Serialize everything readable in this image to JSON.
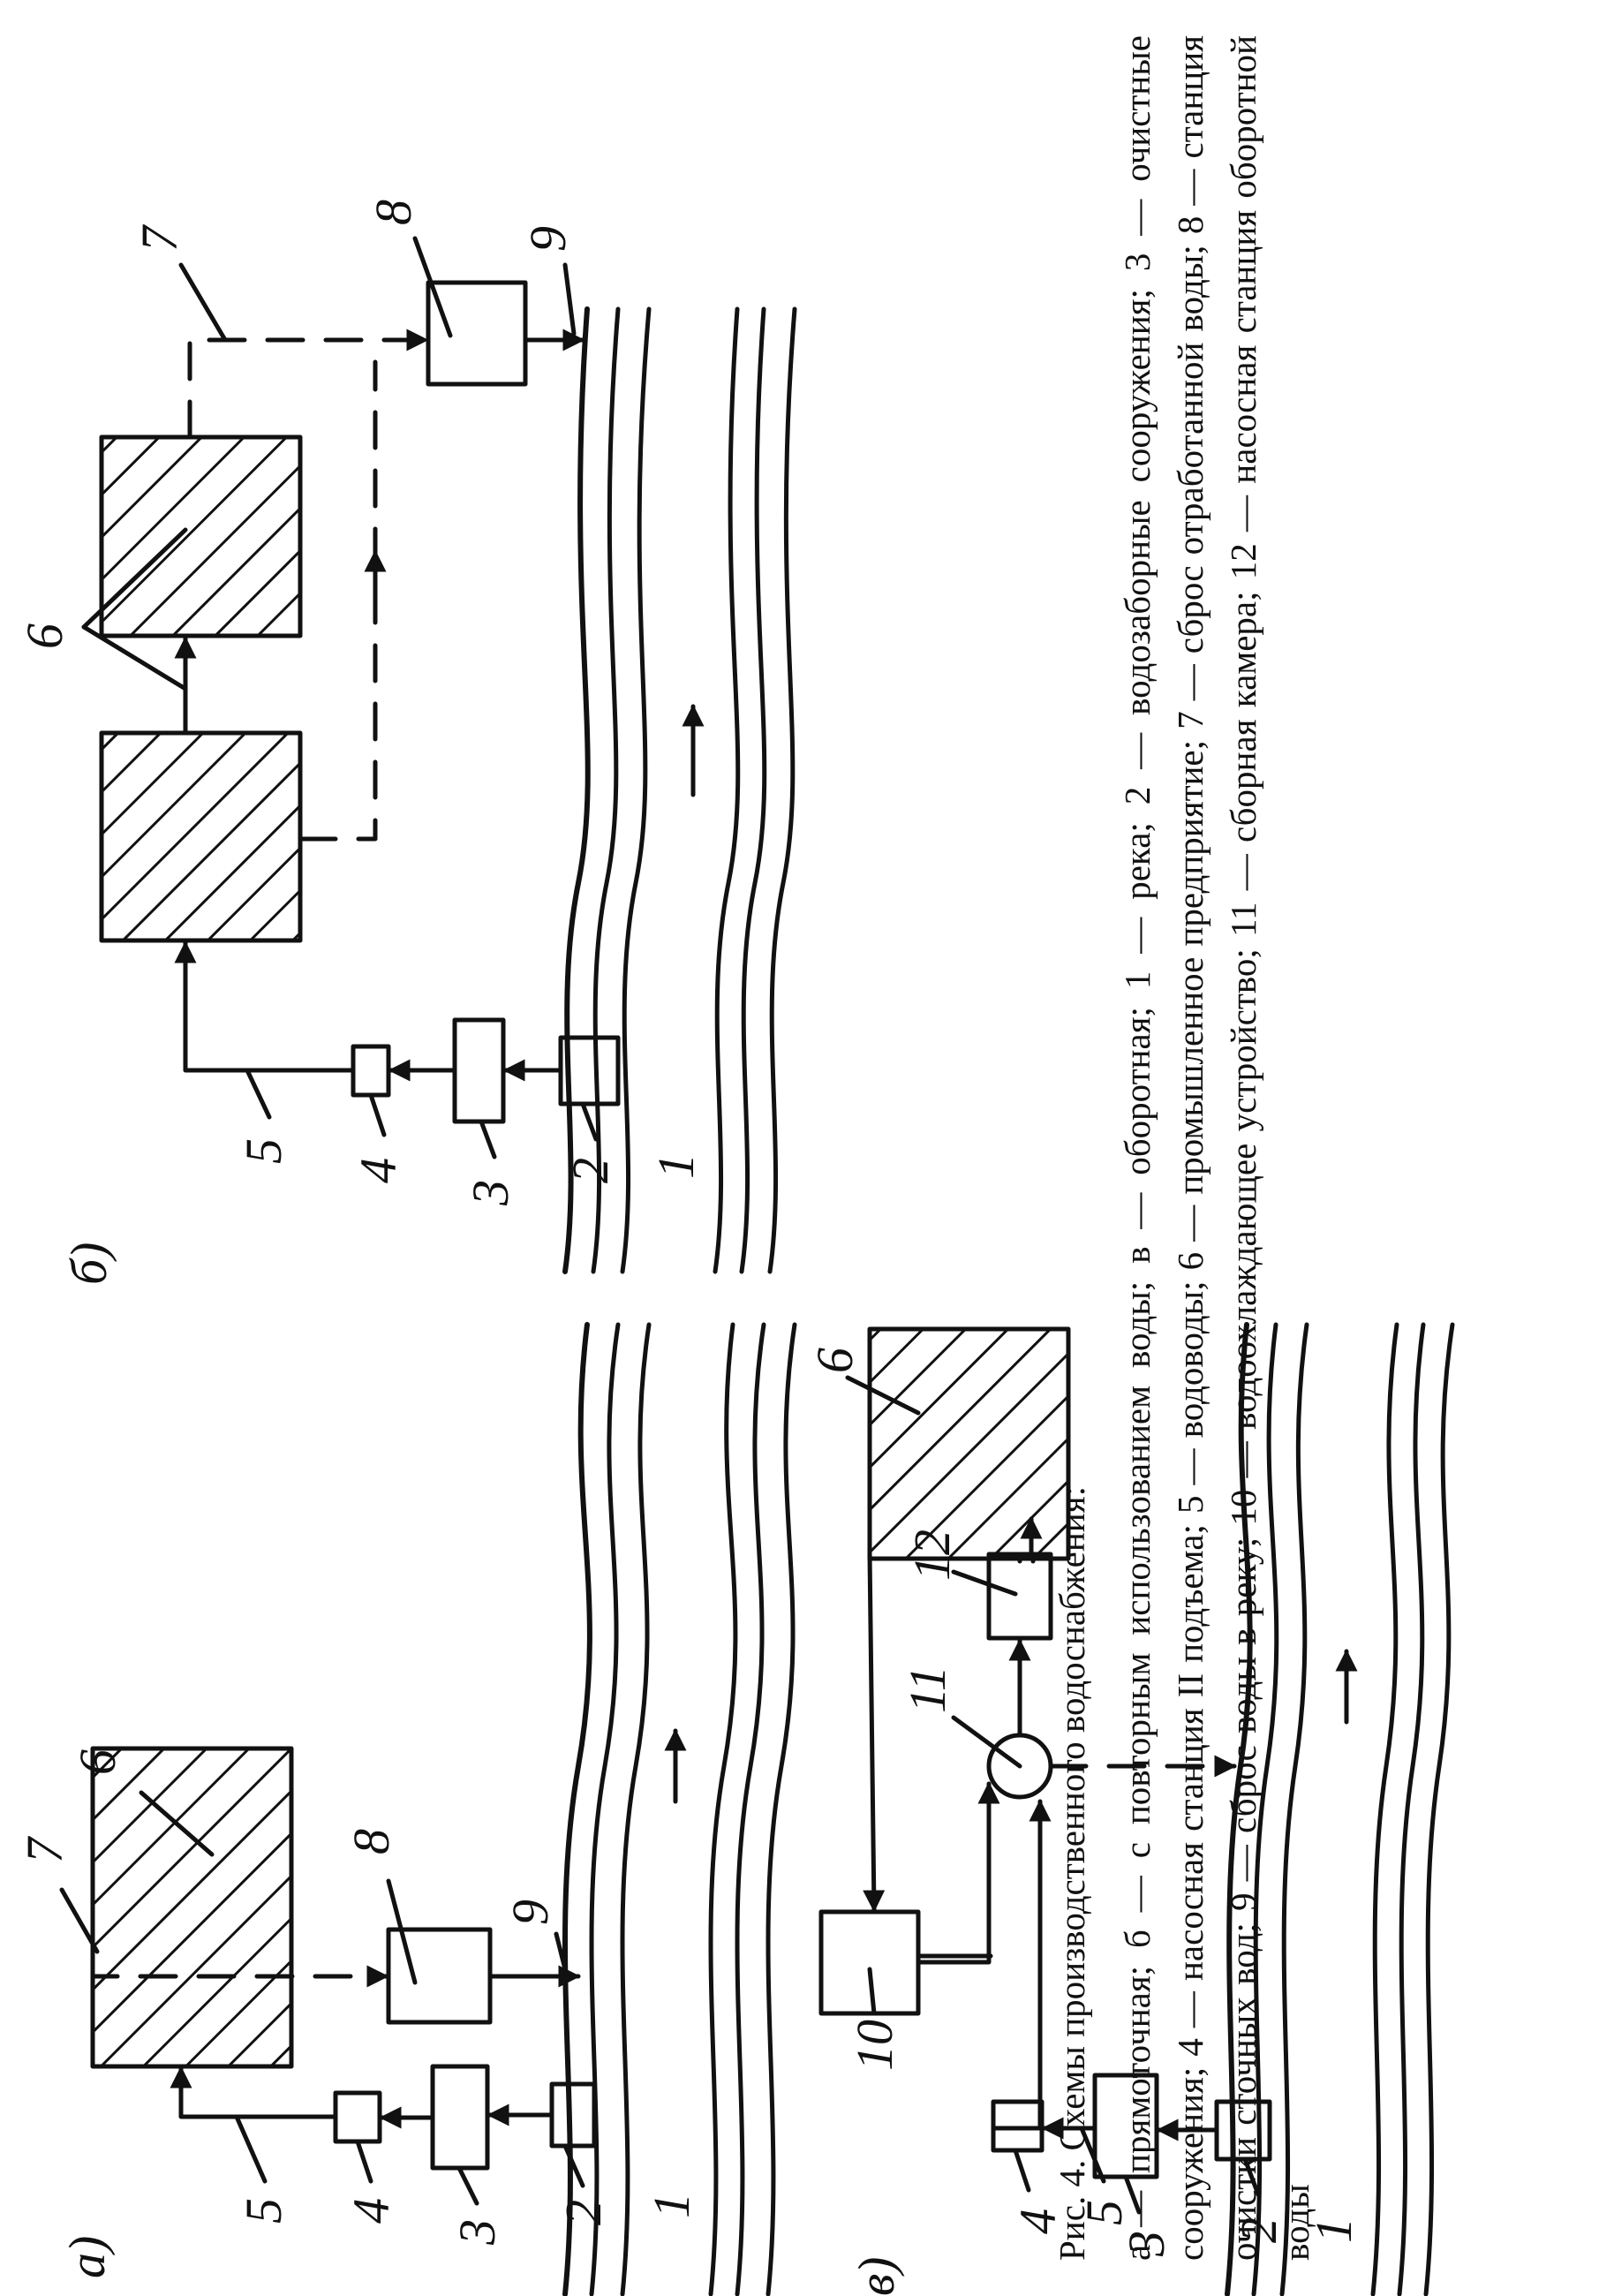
{
  "figure": {
    "caption_prefix": "Рис. 4.",
    "caption_title": "Схемы производственного водоснабжения:",
    "legend": "а — прямоточная; б — с повторным использованием воды; в — оборотная; 1 — река; 2 — водозаборные сооружения; 3 — очистные сооружения; 4 — насосная станция II подъема; 5 — водоводы; 6 — промышленное предприятие; 7 — сброс отработанной воды; 8 — станция очистки сточных вод; 9 — сброс воды в реку; 10 — водоохлаждающее устройство; 11 — сборная камера; 12 — насосная станция оборотной воды"
  },
  "schemes": {
    "a": {
      "letter": "а)",
      "labels": {
        "river": "1",
        "intake": "2",
        "treatment": "3",
        "pump": "4",
        "pipeline": "5",
        "plant": "6",
        "discharge": "7",
        "wastewater_station": "8",
        "outfall": "9"
      }
    },
    "b": {
      "letter": "б)",
      "labels": {
        "river": "1",
        "intake": "2",
        "treatment": "3",
        "pump": "4",
        "pipeline": "5",
        "plant": "6",
        "discharge": "7",
        "wastewater_station": "8",
        "outfall": "9"
      }
    },
    "v": {
      "letter": "в)",
      "labels": {
        "river": "1",
        "intake": "2",
        "treatment": "3",
        "pump": "4",
        "pipeline": "5",
        "plant": "6",
        "cooling": "10",
        "collector": "11",
        "recirc_pump": "12"
      }
    }
  }
}
